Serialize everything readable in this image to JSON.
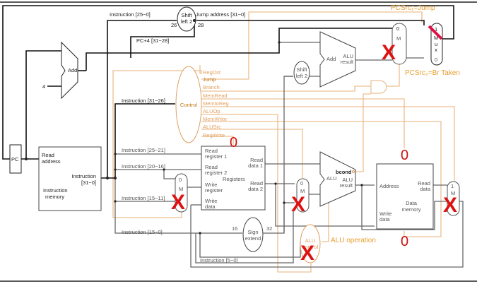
{
  "labels": {
    "instr_25_0": "Instruction [25−0]",
    "shift_left_2_top_a": "Shift",
    "shift_left_2_top_b": "left 2",
    "bits_26": "26",
    "bits_28": "28",
    "jump_address": "Jump address [31−0]",
    "pc4_31_28": "PC+4 [31−28]",
    "add": "Add",
    "four": "4",
    "pc": "PC",
    "read_address_a": "Read",
    "read_address_b": "address",
    "instruction_out_a": "Instruction",
    "instruction_out_b": "[31−0]",
    "instruction_memory_a": "Instruction",
    "instruction_memory_b": "memory",
    "instr_31_26": "Instruction [31−26]",
    "instr_25_21": "Instruction [25−21]",
    "instr_20_16": "Instruction [20−16]",
    "instr_15_11": "Instruction [15−11]",
    "instr_15_0": "Instruction [15−0]",
    "instr_5_0": "Instruction [5−0]",
    "control": "Control",
    "read_register_1_a": "Read",
    "read_register_1_b": "register 1",
    "read_register_2_a": "Read",
    "read_register_2_b": "register 2",
    "write_register_a": "Write",
    "write_register_b": "register",
    "write_data_a": "Write",
    "write_data_b": "data",
    "registers": "Registers",
    "read_data_1_a": "Read",
    "read_data_1_b": "data 1",
    "read_data_2_a": "Read",
    "read_data_2_b": "data 2",
    "bits_16": "16",
    "bits_32": "32",
    "sign_extend_a": "Sign",
    "sign_extend_b": "extend",
    "alu": "ALU",
    "alu_result_a": "ALU",
    "alu_result_b": "result",
    "bcond": "bcond",
    "add_alu": "Add",
    "shift_left_2_mid_a": "Shift",
    "shift_left_2_mid_b": "left 2",
    "alu_control_a": "ALU",
    "alu_control_b": "control",
    "alu_operation": "ALU operation",
    "address": "Address",
    "dm_write_data_a": "Write",
    "dm_write_data_b": "data",
    "dm_read_data_a": "Read",
    "dm_read_data_b": "data",
    "data_memory_a": "Data",
    "data_memory_b": "memory",
    "pcsrc1": "PCSrc₁=Jump",
    "pcsrc2": "PCSrc₂=Br Taken",
    "mux_m": "M",
    "mux_u": "u",
    "mux_x": "x",
    "mux_0": "0",
    "mux_1": "1"
  },
  "control_signals": [
    "RegDst",
    "Jump",
    "Branch",
    "MemRead",
    "MemtoReg",
    "ALUOp",
    "MemWrite",
    "ALUSrc",
    "RegWrite"
  ],
  "annotations": {
    "zero_regwrite": "0",
    "zero_memread": "0",
    "zero_memwrite": "0",
    "cross_mark": "X"
  },
  "colors": {
    "control_path": "#eab27a",
    "annotation_red": "#cc1111",
    "pcsrc_label": "#e8a030"
  }
}
